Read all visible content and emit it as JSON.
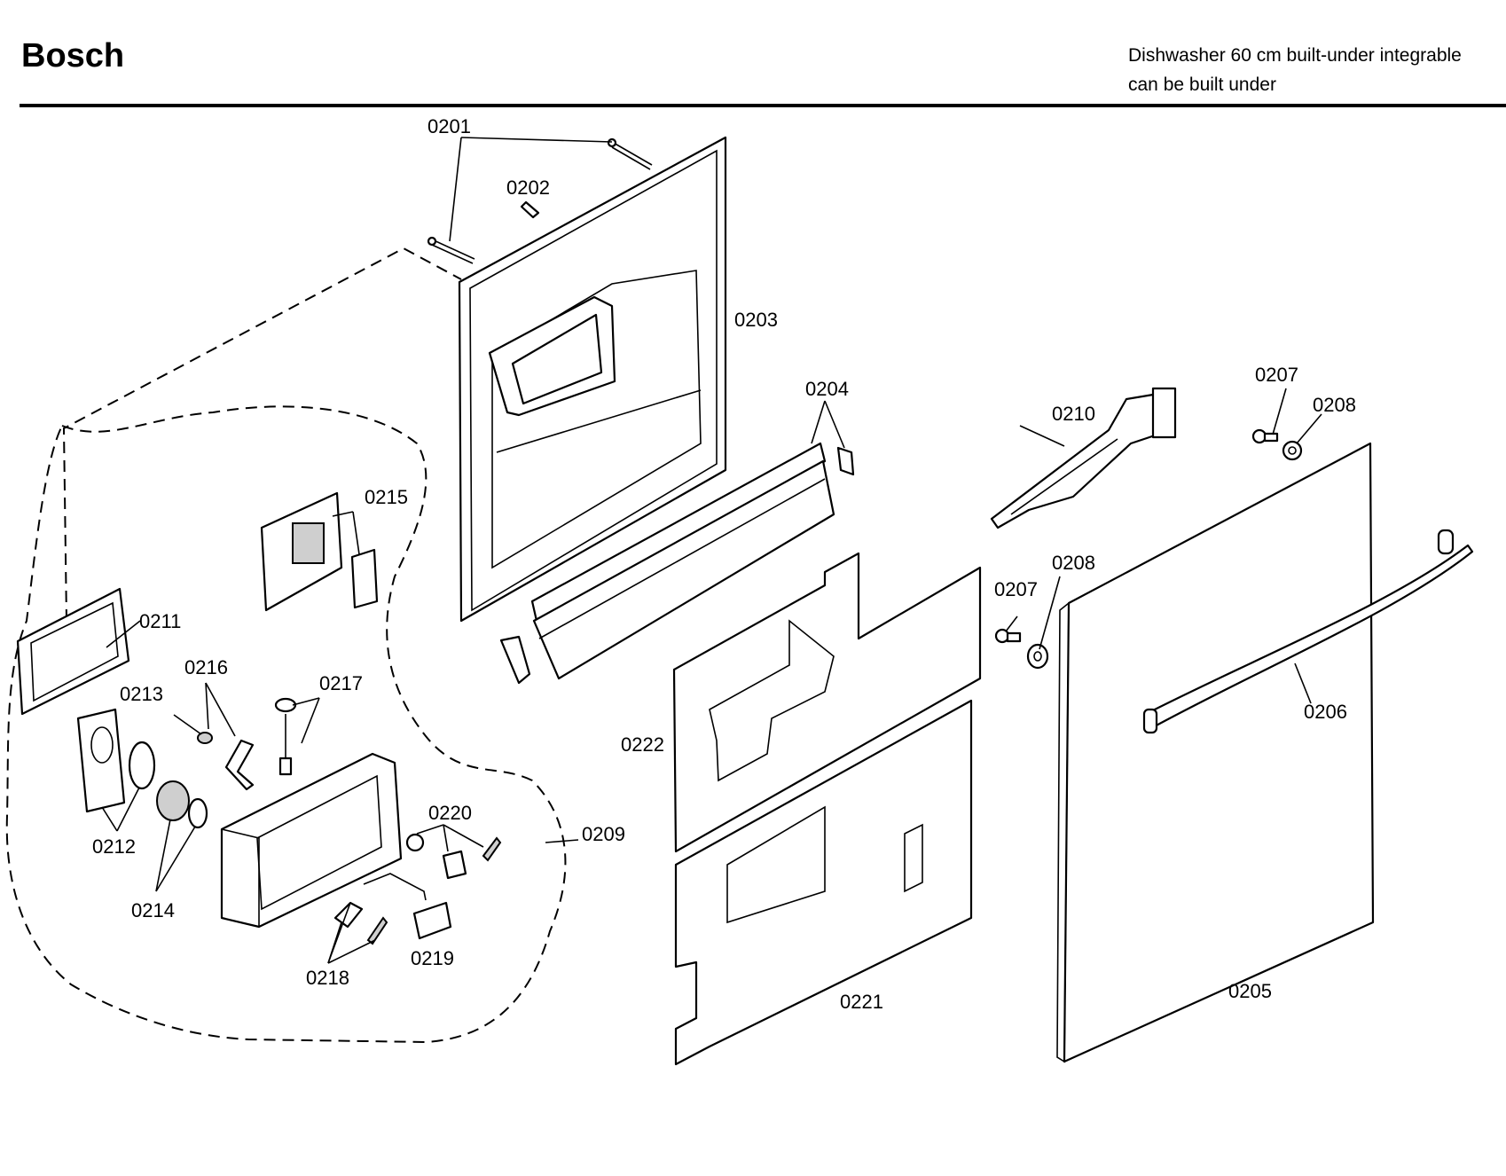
{
  "header": {
    "brand": "Bosch",
    "model_line1": "Dishwasher 60 cm built-under integrable",
    "model_line2": "can be built under"
  },
  "parts": [
    {
      "id": "0201",
      "label": "0201"
    },
    {
      "id": "0202",
      "label": "0202"
    },
    {
      "id": "0203",
      "label": "0203"
    },
    {
      "id": "0204",
      "label": "0204"
    },
    {
      "id": "0205",
      "label": "0205"
    },
    {
      "id": "0206",
      "label": "0206"
    },
    {
      "id": "0207a",
      "label": "0207"
    },
    {
      "id": "0207b",
      "label": "0207"
    },
    {
      "id": "0208a",
      "label": "0208"
    },
    {
      "id": "0208b",
      "label": "0208"
    },
    {
      "id": "0209",
      "label": "0209"
    },
    {
      "id": "0210",
      "label": "0210"
    },
    {
      "id": "0211",
      "label": "0211"
    },
    {
      "id": "0212",
      "label": "0212"
    },
    {
      "id": "0213",
      "label": "0213"
    },
    {
      "id": "0214",
      "label": "0214"
    },
    {
      "id": "0215",
      "label": "0215"
    },
    {
      "id": "0216",
      "label": "0216"
    },
    {
      "id": "0217",
      "label": "0217"
    },
    {
      "id": "0218",
      "label": "0218"
    },
    {
      "id": "0219",
      "label": "0219"
    },
    {
      "id": "0220",
      "label": "0220"
    },
    {
      "id": "0221",
      "label": "0221"
    },
    {
      "id": "0222",
      "label": "0222"
    }
  ]
}
